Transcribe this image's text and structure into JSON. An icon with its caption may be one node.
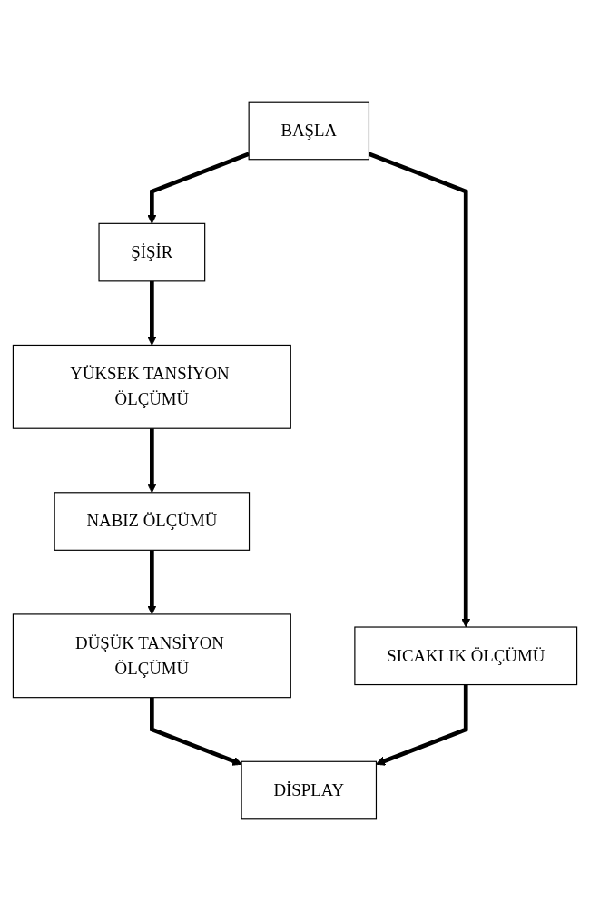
{
  "diagram": {
    "nodes": [
      {
        "text": [
          "BAŞLA"
        ]
      },
      {
        "text": [
          "ŞİŞİR"
        ]
      },
      {
        "text": [
          "SICAKLIK ÖLÇÜMÜ"
        ]
      },
      {
        "text": [
          "YÜKSEK TANSİYON ÖLÇÜMÜ"
        ]
      },
      {
        "text": [
          "NABIZ ÖLÇÜMÜ"
        ]
      },
      {
        "text": [
          "DÜŞÜK TANSİYON ÖLÇÜMÜ"
        ]
      },
      {
        "text": [
          "DİSPLAY"
        ]
      }
    ],
    "edges": [
      {
        "from": 0,
        "to": 1,
        "arrow": "to"
      },
      {
        "from": 0,
        "to": 2,
        "arrow": "to"
      },
      {
        "from": 1,
        "to": 3,
        "arrow": "to"
      },
      {
        "from": 3,
        "to": 4,
        "arrow": "to"
      },
      {
        "from": 4,
        "to": 5,
        "arrow": "to"
      },
      {
        "from": 5,
        "to": 6,
        "arrow": "to"
      },
      {
        "from": 2,
        "to": 6,
        "arrow": "to"
      }
    ]
  }
}
